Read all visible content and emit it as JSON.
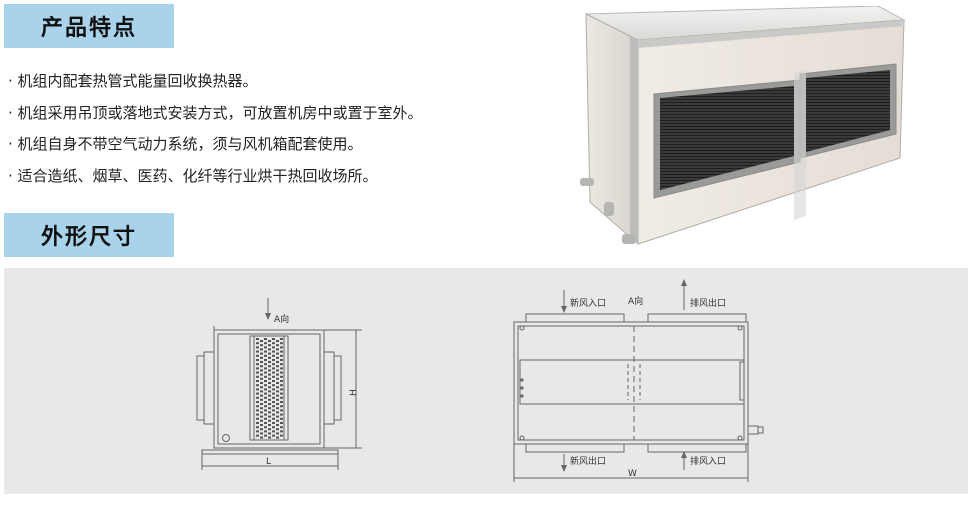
{
  "sections": {
    "features_title": "产品特点",
    "dimensions_title": "外形尺寸"
  },
  "features": [
    "· 机组内配套热管式能量回收换热器。",
    "· 机组采用吊顶或落地式安装方式，可放置机房中或置于室外。",
    "· 机组自身不带空气动力系统，须与风机箱配套使用。",
    "· 适合造纸、烟草、医药、化纤等行业烘干热回收场所。"
  ],
  "side_view": {
    "direction_label": "A向",
    "height_label": "H",
    "length_label": "L"
  },
  "front_view": {
    "fresh_air_in": "新风入口",
    "direction_label": "A向",
    "exhaust_out": "排风出口",
    "fresh_air_out": "新风出口",
    "exhaust_in": "排风入口",
    "width_label": "W"
  }
}
